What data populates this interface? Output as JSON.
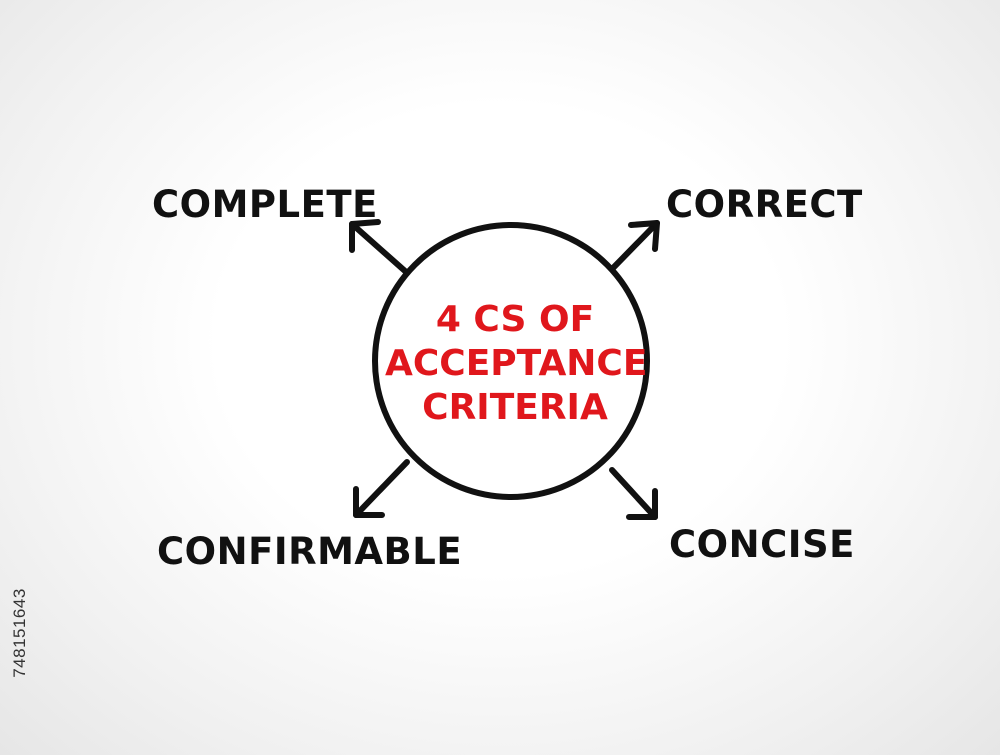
{
  "center": {
    "lines": [
      "4 CS OF",
      "ACCEPTANCE",
      "CRITERIA"
    ],
    "color": "#e0171c"
  },
  "terms": {
    "complete": "COMPLETE",
    "correct": "CORRECT",
    "confirmable": "CONFIRMABLE",
    "concise": "CONCISE"
  },
  "stock_id": "748151643",
  "colors": {
    "ink": "#111111",
    "accent": "#e0171c"
  }
}
